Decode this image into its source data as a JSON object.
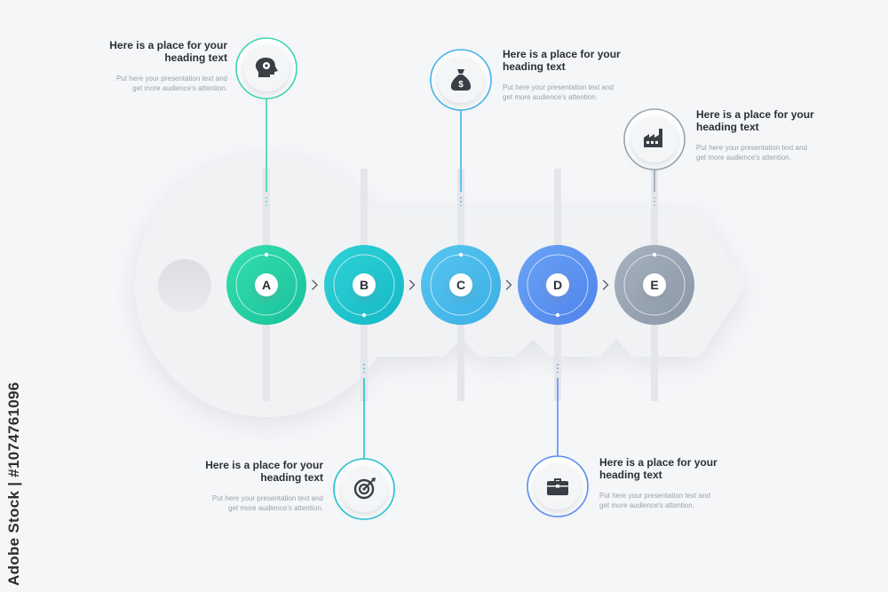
{
  "steps": [
    {
      "letter": "A",
      "color_top": "#35dfb0",
      "color_bottom": "#18c19a",
      "icon": "head-gear-icon",
      "icon_pos": "top"
    },
    {
      "letter": "B",
      "color_top": "#2fd3d6",
      "color_bottom": "#14b8c6",
      "icon": "target-icon",
      "icon_pos": "bottom"
    },
    {
      "letter": "C",
      "color_top": "#58c6ef",
      "color_bottom": "#3aaee6",
      "icon": "money-bag-icon",
      "icon_pos": "top"
    },
    {
      "letter": "D",
      "color_top": "#6aa4f5",
      "color_bottom": "#4f82ec",
      "icon": "briefcase-icon",
      "icon_pos": "bottom"
    },
    {
      "letter": "E",
      "color_top": "#a6b2bf",
      "color_bottom": "#8a97a6",
      "icon": "factory-icon",
      "icon_pos": "top"
    }
  ],
  "info_blocks": [
    {
      "id": "a",
      "heading": "Here is a place for your heading text",
      "body": "Put here your presentation text and get more audience's attention."
    },
    {
      "id": "b",
      "heading": "Here is a place for your heading text",
      "body": "Put here your presentation text and get more audience's attention."
    },
    {
      "id": "c",
      "heading": "Here is a place for your heading text",
      "body": "Put here your presentation text and get more audience's attention."
    },
    {
      "id": "d",
      "heading": "Here is a place for your heading text",
      "body": "Put here your presentation text and get more audience's attention."
    },
    {
      "id": "e",
      "heading": "Here is a place for your heading text",
      "body": "Put here your presentation text and get more audience's attention."
    }
  ],
  "connector_colors": [
    "#3fd6b0",
    "#22c3cf",
    "#45b4ea",
    "#5a8ef0",
    "#98a4b2"
  ],
  "watermark": "Adobe Stock | #1074761096"
}
